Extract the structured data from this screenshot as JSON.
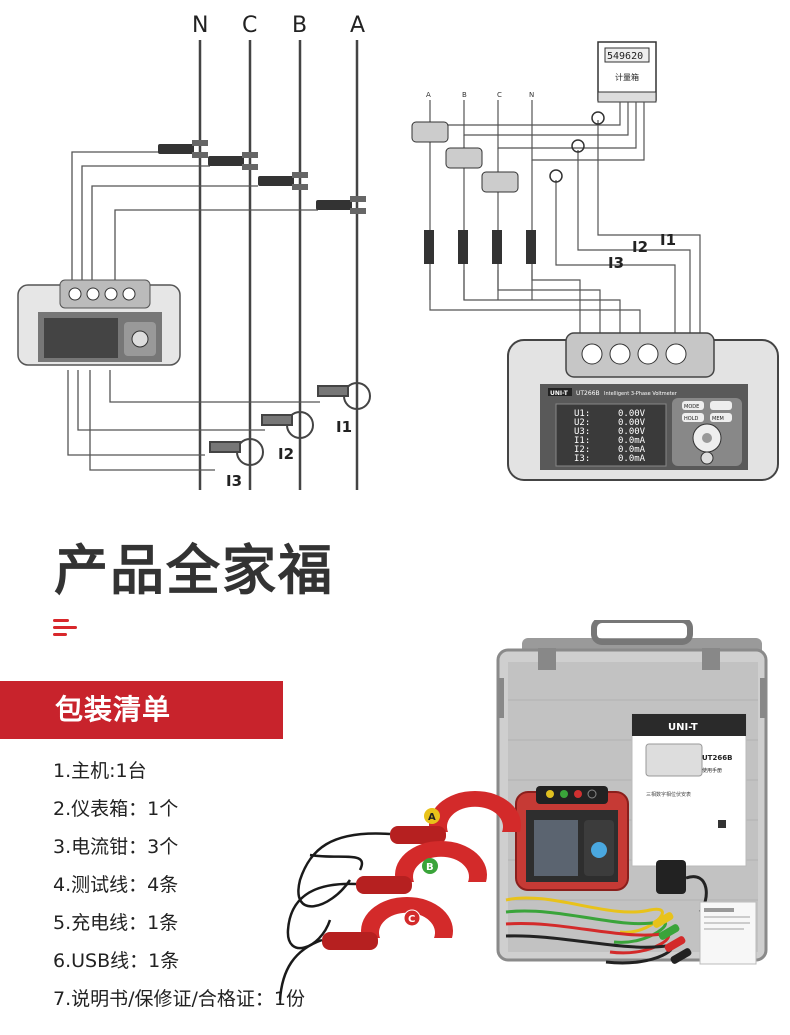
{
  "diagram_left": {
    "phases": [
      "N",
      "C",
      "B",
      "A"
    ],
    "clamps": [
      "I1",
      "I2",
      "I3"
    ]
  },
  "diagram_right": {
    "phases": [
      "A",
      "B",
      "C",
      "N"
    ],
    "meter_reading": "549620",
    "meter_label": "计量箱",
    "clamps": [
      "I1",
      "I2",
      "I3"
    ],
    "brand": "UNI-T",
    "model": "UT266B",
    "device_title": "Intelligent 3-Phase Voltmeter",
    "screen_rows": [
      {
        "label": "U1:",
        "value": "0.00V"
      },
      {
        "label": "U2:",
        "value": "0.00V"
      },
      {
        "label": "U3:",
        "value": "0.00V"
      },
      {
        "label": "I1:",
        "value": "0.0mA"
      },
      {
        "label": "I2:",
        "value": "0.0mA"
      },
      {
        "label": "I3:",
        "value": "0.0mA"
      }
    ],
    "buttons": [
      "MODE",
      "HOLD",
      "MEM"
    ]
  },
  "section_title": "产品全家福",
  "packing": {
    "banner": "包装清单",
    "items": [
      "1.主机:1台",
      "2.仪表箱：1个",
      "3.电流钳：3个",
      "4.测试线：4条",
      "5.充电线：1条",
      "6.USB线：1条",
      "7.说明书/保修证/合格证：1份"
    ]
  },
  "photo": {
    "manual_brand": "UNI-T",
    "manual_model": "UT266B",
    "manual_title": "三相数字相位伏安表",
    "manual_subtitle": "使用手册",
    "clamp_letters": [
      "A",
      "B",
      "C"
    ]
  },
  "colors": {
    "accent_red": "#c8232c",
    "clamp_red": "#d32a2a",
    "phase_yellow": "#e8c21a",
    "phase_green": "#3aa43a"
  }
}
